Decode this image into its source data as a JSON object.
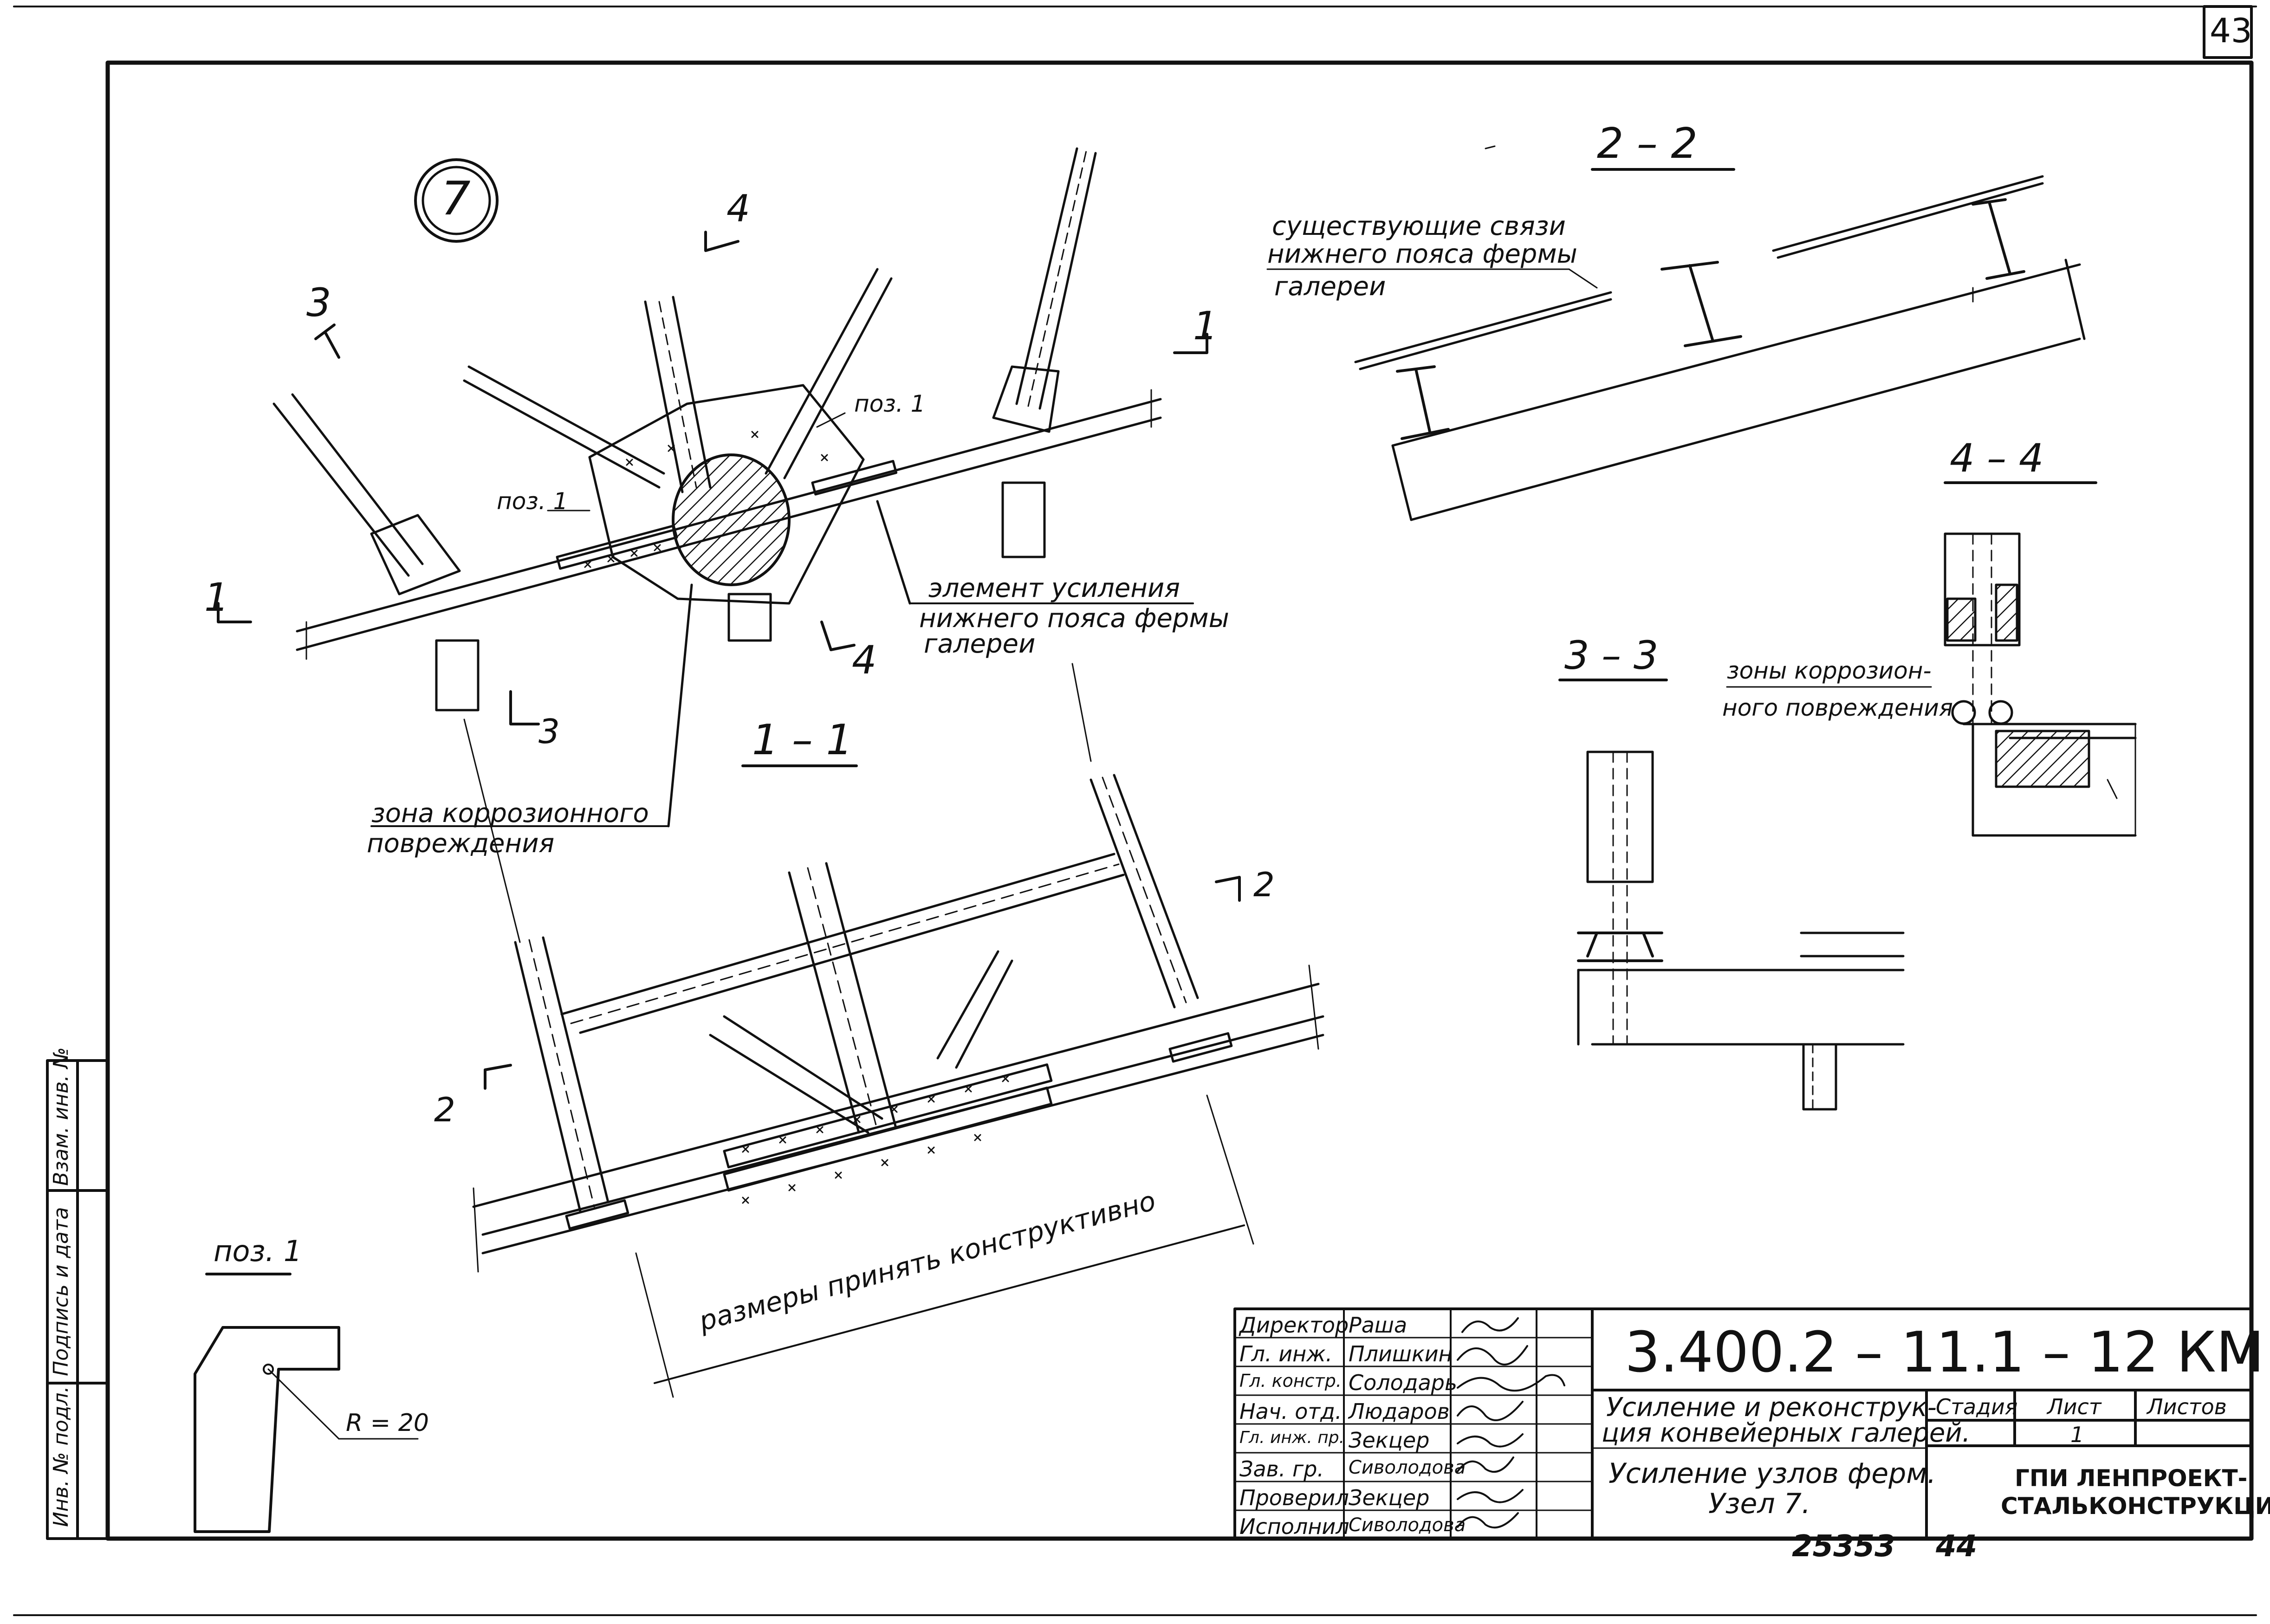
{
  "sheet": {
    "sheet_corner": "43",
    "node_marker": "7",
    "archive_number": "25353",
    "copy_number": "44"
  },
  "section_marks": {
    "m1a": "1",
    "m1b": "1",
    "m2a": "2",
    "m2b": "2",
    "m3a": "3",
    "m3b": "3",
    "m4a": "4",
    "m4b": "4"
  },
  "section_titles": {
    "s11": "1 – 1",
    "s22": "2 – 2",
    "s33": "3 – 3",
    "s44": "4 – 4"
  },
  "labels": {
    "existing_bracing_l1": "существующие связи",
    "existing_bracing_l2": "нижнего пояса фермы",
    "existing_bracing_l3": "галереи",
    "pos1_a": "поз. 1",
    "pos1_b": "поз. 1",
    "reinforcement_l1": "элемент усиления",
    "reinforcement_l2": "нижнего пояса фермы",
    "reinforcement_l3": "галереи",
    "corrosion_zone_l1": "зона коррозионного",
    "corrosion_zone_l2": "повреждения",
    "corrosion_zones_l1": "зоны коррозион-",
    "corrosion_zones_l2": "ного повреждения",
    "dims_note": "размеры принять конструктивно",
    "pos1_detail": "поз. 1",
    "radius": "R = 20"
  },
  "side_stamp": {
    "inv_no": "Инв. № подл.",
    "sign_date": "Подпись и дата",
    "repl_inv": "Взам. инв. №"
  },
  "title_block": {
    "designation": "3.400.2 – 11.1 – 12 КМ",
    "project_l1": "Усиление и реконструк-",
    "project_l2": "ция конвейерных галерей.",
    "sheet_title_l1": "Усиление узлов ферм.",
    "sheet_title_l2": "Узел 7.",
    "stage_header": "Стадия",
    "sheet_header": "Лист",
    "sheets_header": "Листов",
    "sheet_no": "1",
    "org_l1": "ГПИ ЛЕНПРОЕКТ-",
    "org_l2": "СТАЛЬКОНСТРУКЦИЯ",
    "roles": [
      {
        "role": "Директор",
        "name": "Раша"
      },
      {
        "role": "Гл. инж.",
        "name": "Плишкин"
      },
      {
        "role": "Гл. констр.",
        "name": "Солодарь"
      },
      {
        "role": "Нач. отд.",
        "name": "Людаров"
      },
      {
        "role": "Гл. инж. пр.",
        "name": "Зекцер"
      },
      {
        "role": "Зав. гр.",
        "name": "Сиволодова"
      },
      {
        "role": "Проверил",
        "name": "Зекцер"
      },
      {
        "role": "Исполнил",
        "name": "Сиволодова"
      }
    ]
  }
}
